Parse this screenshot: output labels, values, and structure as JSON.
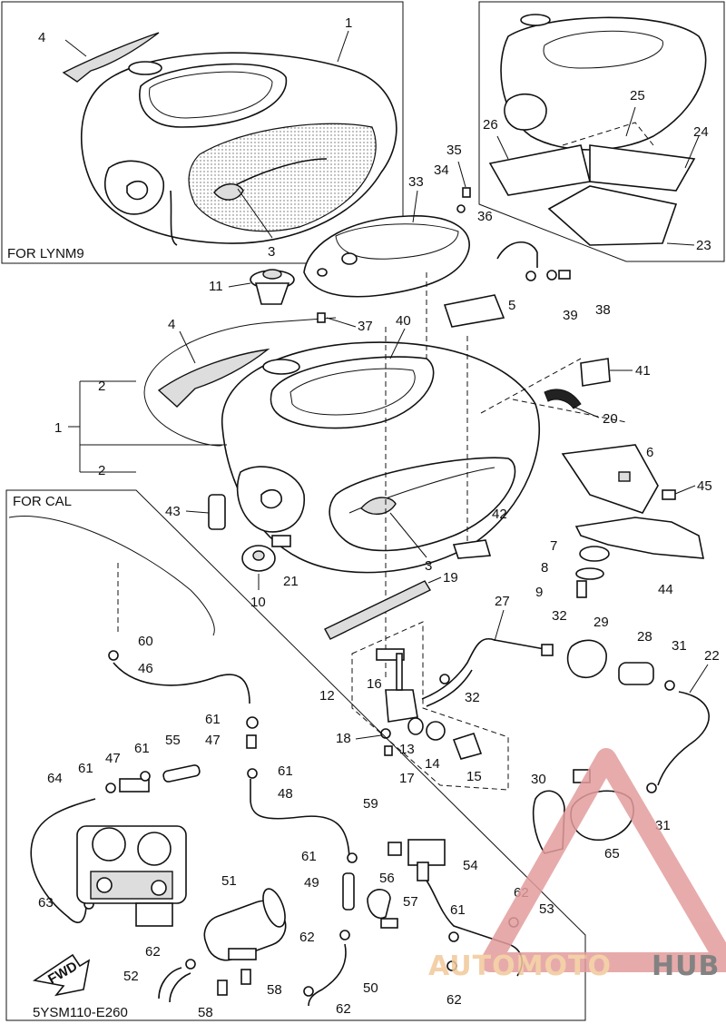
{
  "diagram": {
    "insets": {
      "lynm9_label": "FOR LYNM9",
      "cal_label": "FOR CAL"
    },
    "diagram_code": "5YSM110-E260",
    "fwd_label": "FWD",
    "watermark": {
      "brand_part1": "AUTOMOTO",
      "brand_part2": "HUB"
    },
    "callouts": {
      "c1a": "1",
      "c1b": "1",
      "c2a": "2",
      "c2b": "2",
      "c3a": "3",
      "c3b": "3",
      "c4a": "4",
      "c4b": "4",
      "c5": "5",
      "c6": "6",
      "c7": "7",
      "c8": "8",
      "c9": "9",
      "c10": "10",
      "c11": "11",
      "c12": "12",
      "c13": "13",
      "c14": "14",
      "c15": "15",
      "c16": "16",
      "c17": "17",
      "c18": "18",
      "c19": "19",
      "c20": "20",
      "c21": "21",
      "c22": "22",
      "c23": "23",
      "c24": "24",
      "c25": "25",
      "c26": "26",
      "c27": "27",
      "c28": "28",
      "c29": "29",
      "c30": "30",
      "c31a": "31",
      "c31b": "31",
      "c32a": "32",
      "c32b": "32",
      "c33": "33",
      "c34": "34",
      "c35": "35",
      "c36": "36",
      "c37": "37",
      "c38": "38",
      "c39": "39",
      "c40": "40",
      "c41": "41",
      "c42": "42",
      "c43": "43",
      "c44": "44",
      "c45": "45",
      "c46": "46",
      "c47a": "47",
      "c47b": "47",
      "c48": "48",
      "c49": "49",
      "c50": "50",
      "c51": "51",
      "c52": "52",
      "c53": "53",
      "c54": "54",
      "c55": "55",
      "c56": "56",
      "c57": "57",
      "c58a": "58",
      "c58b": "58",
      "c59": "59",
      "c60": "60",
      "c61a": "61",
      "c61b": "61",
      "c61c": "61",
      "c61d": "61",
      "c61e": "61",
      "c61f": "61",
      "c62a": "62",
      "c62b": "62",
      "c62c": "62",
      "c62d": "62",
      "c62e": "62",
      "c63": "63",
      "c64": "64",
      "c65": "65"
    }
  }
}
